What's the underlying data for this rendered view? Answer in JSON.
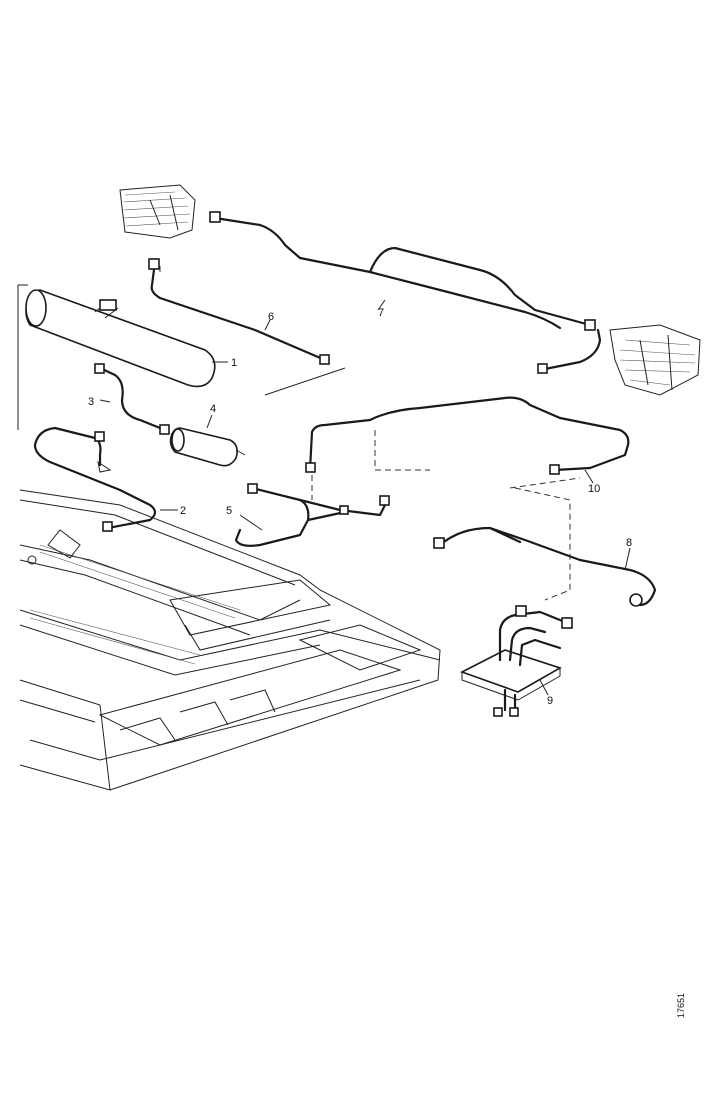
{
  "callouts": [
    {
      "id": "1",
      "label": "1"
    },
    {
      "id": "2",
      "label": "2"
    },
    {
      "id": "3",
      "label": "3"
    },
    {
      "id": "4",
      "label": "4"
    },
    {
      "id": "5",
      "label": "5"
    },
    {
      "id": "6",
      "label": "6"
    },
    {
      "id": "7",
      "label": "7"
    },
    {
      "id": "8",
      "label": "8"
    },
    {
      "id": "9",
      "label": "9"
    },
    {
      "id": "10",
      "label": "10"
    }
  ],
  "reference_code": "17651",
  "colors": {
    "ink": "#1a1a1a",
    "paper": "#ffffff"
  }
}
